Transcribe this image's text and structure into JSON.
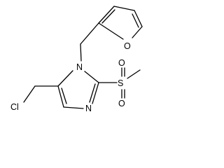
{
  "molecule": {
    "atoms": {
      "furan_oxygen": "O",
      "imidazole_n1": "N",
      "imidazole_n3": "N",
      "sulfur": "S",
      "sulfonyl_oxygen_top": "O",
      "sulfonyl_oxygen_bottom": "O",
      "chlorine": "Cl"
    }
  }
}
